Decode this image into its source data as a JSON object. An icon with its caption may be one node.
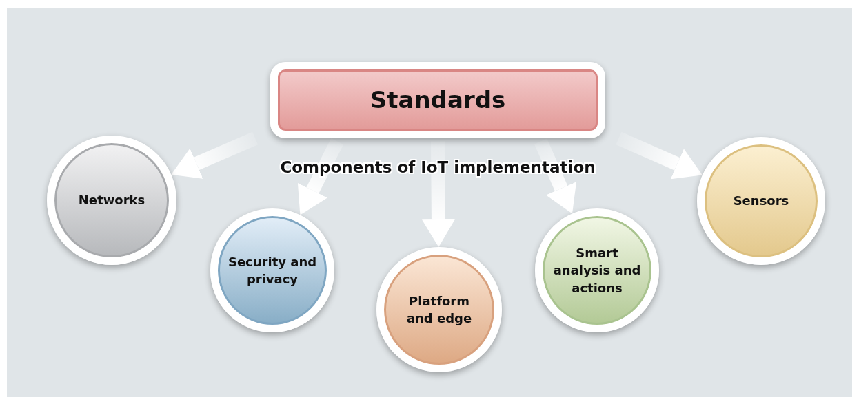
{
  "diagram": {
    "nodes": [
      {
        "text": [
          "Standards"
        ]
      },
      {
        "text": [
          "Networks"
        ]
      },
      {
        "text": [
          "Security and privacy"
        ]
      },
      {
        "text": [
          "Platform and edge"
        ]
      },
      {
        "text": [
          "Smart analysis and actions"
        ]
      },
      {
        "text": [
          "Sensors"
        ]
      }
    ],
    "edges": [
      {
        "from": 0,
        "to": 1,
        "arrow": "to"
      },
      {
        "from": 0,
        "to": 2,
        "arrow": "to"
      },
      {
        "from": 0,
        "to": 3,
        "arrow": "to"
      },
      {
        "from": 0,
        "to": 4,
        "arrow": "to"
      },
      {
        "from": 0,
        "to": 5,
        "arrow": "to"
      }
    ],
    "title": "Components of IoT implementation"
  }
}
